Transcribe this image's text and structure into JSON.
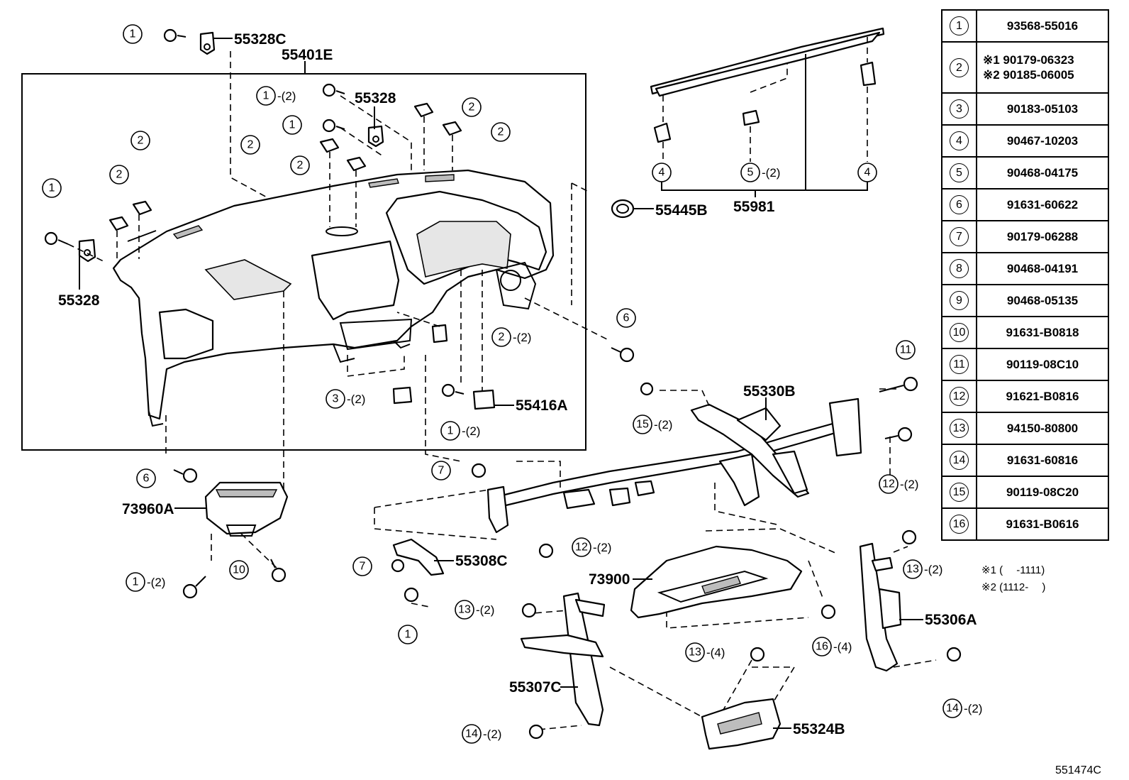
{
  "table": [
    {
      "idx": "1",
      "part": "93568-55016"
    },
    {
      "idx": "2",
      "part": "",
      "lines": [
        "※1 90179-06323",
        "※2 90185-06005"
      ]
    },
    {
      "idx": "3",
      "part": "90183-05103"
    },
    {
      "idx": "4",
      "part": "90467-10203"
    },
    {
      "idx": "5",
      "part": "90468-04175"
    },
    {
      "idx": "6",
      "part": "91631-60622"
    },
    {
      "idx": "7",
      "part": "90179-06288"
    },
    {
      "idx": "8",
      "part": "90468-04191"
    },
    {
      "idx": "9",
      "part": "90468-05135"
    },
    {
      "idx": "10",
      "part": "91631-B0818"
    },
    {
      "idx": "11",
      "part": "90119-08C10"
    },
    {
      "idx": "12",
      "part": "91621-B0816"
    },
    {
      "idx": "13",
      "part": "94150-80800"
    },
    {
      "idx": "14",
      "part": "91631-60816"
    },
    {
      "idx": "15",
      "part": "90119-08C20"
    },
    {
      "idx": "16",
      "part": "91631-B0616"
    }
  ],
  "notes": [
    "※1 (　 -1111)",
    "※2 (1112-　 )"
  ],
  "ref_code": "551474C",
  "labels": {
    "l55328c": "55328C",
    "l55401e": "55401E",
    "l55328_top": "55328",
    "l55328_left": "55328",
    "l55416a": "55416A",
    "l55445b": "55445B",
    "l55981": "55981",
    "l73960a": "73960A",
    "l55330b": "55330B",
    "l55308c": "55308C",
    "l73900": "73900",
    "l55306a": "55306A",
    "l55307c": "55307C",
    "l55324b": "55324B"
  },
  "callouts": [
    {
      "n": "1",
      "q": ""
    },
    {
      "n": "1",
      "q": "-(2)"
    },
    {
      "n": "1",
      "q": ""
    },
    {
      "n": "2",
      "q": ""
    },
    {
      "n": "2",
      "q": ""
    },
    {
      "n": "2",
      "q": ""
    },
    {
      "n": "2",
      "q": ""
    },
    {
      "n": "2",
      "q": ""
    },
    {
      "n": "2",
      "q": ""
    },
    {
      "n": "1",
      "q": ""
    },
    {
      "n": "2",
      "q": "-(2)"
    },
    {
      "n": "3",
      "q": "-(2)"
    },
    {
      "n": "1",
      "q": "-(2)"
    },
    {
      "n": "4",
      "q": ""
    },
    {
      "n": "5",
      "q": "-(2)"
    },
    {
      "n": "4",
      "q": ""
    },
    {
      "n": "6",
      "q": ""
    },
    {
      "n": "6",
      "q": ""
    },
    {
      "n": "7",
      "q": ""
    },
    {
      "n": "1",
      "q": "-(2)"
    },
    {
      "n": "10",
      "q": ""
    },
    {
      "n": "7",
      "q": ""
    },
    {
      "n": "1",
      "q": ""
    },
    {
      "n": "12",
      "q": "-(2)"
    },
    {
      "n": "13",
      "q": "-(2)"
    },
    {
      "n": "15",
      "q": "-(2)"
    },
    {
      "n": "11",
      "q": ""
    },
    {
      "n": "12",
      "q": "-(2)"
    },
    {
      "n": "13",
      "q": "-(2)"
    },
    {
      "n": "16",
      "q": "-(4)"
    },
    {
      "n": "13",
      "q": "-(4)"
    },
    {
      "n": "14",
      "q": "-(2)"
    },
    {
      "n": "14",
      "q": "-(2)"
    }
  ]
}
